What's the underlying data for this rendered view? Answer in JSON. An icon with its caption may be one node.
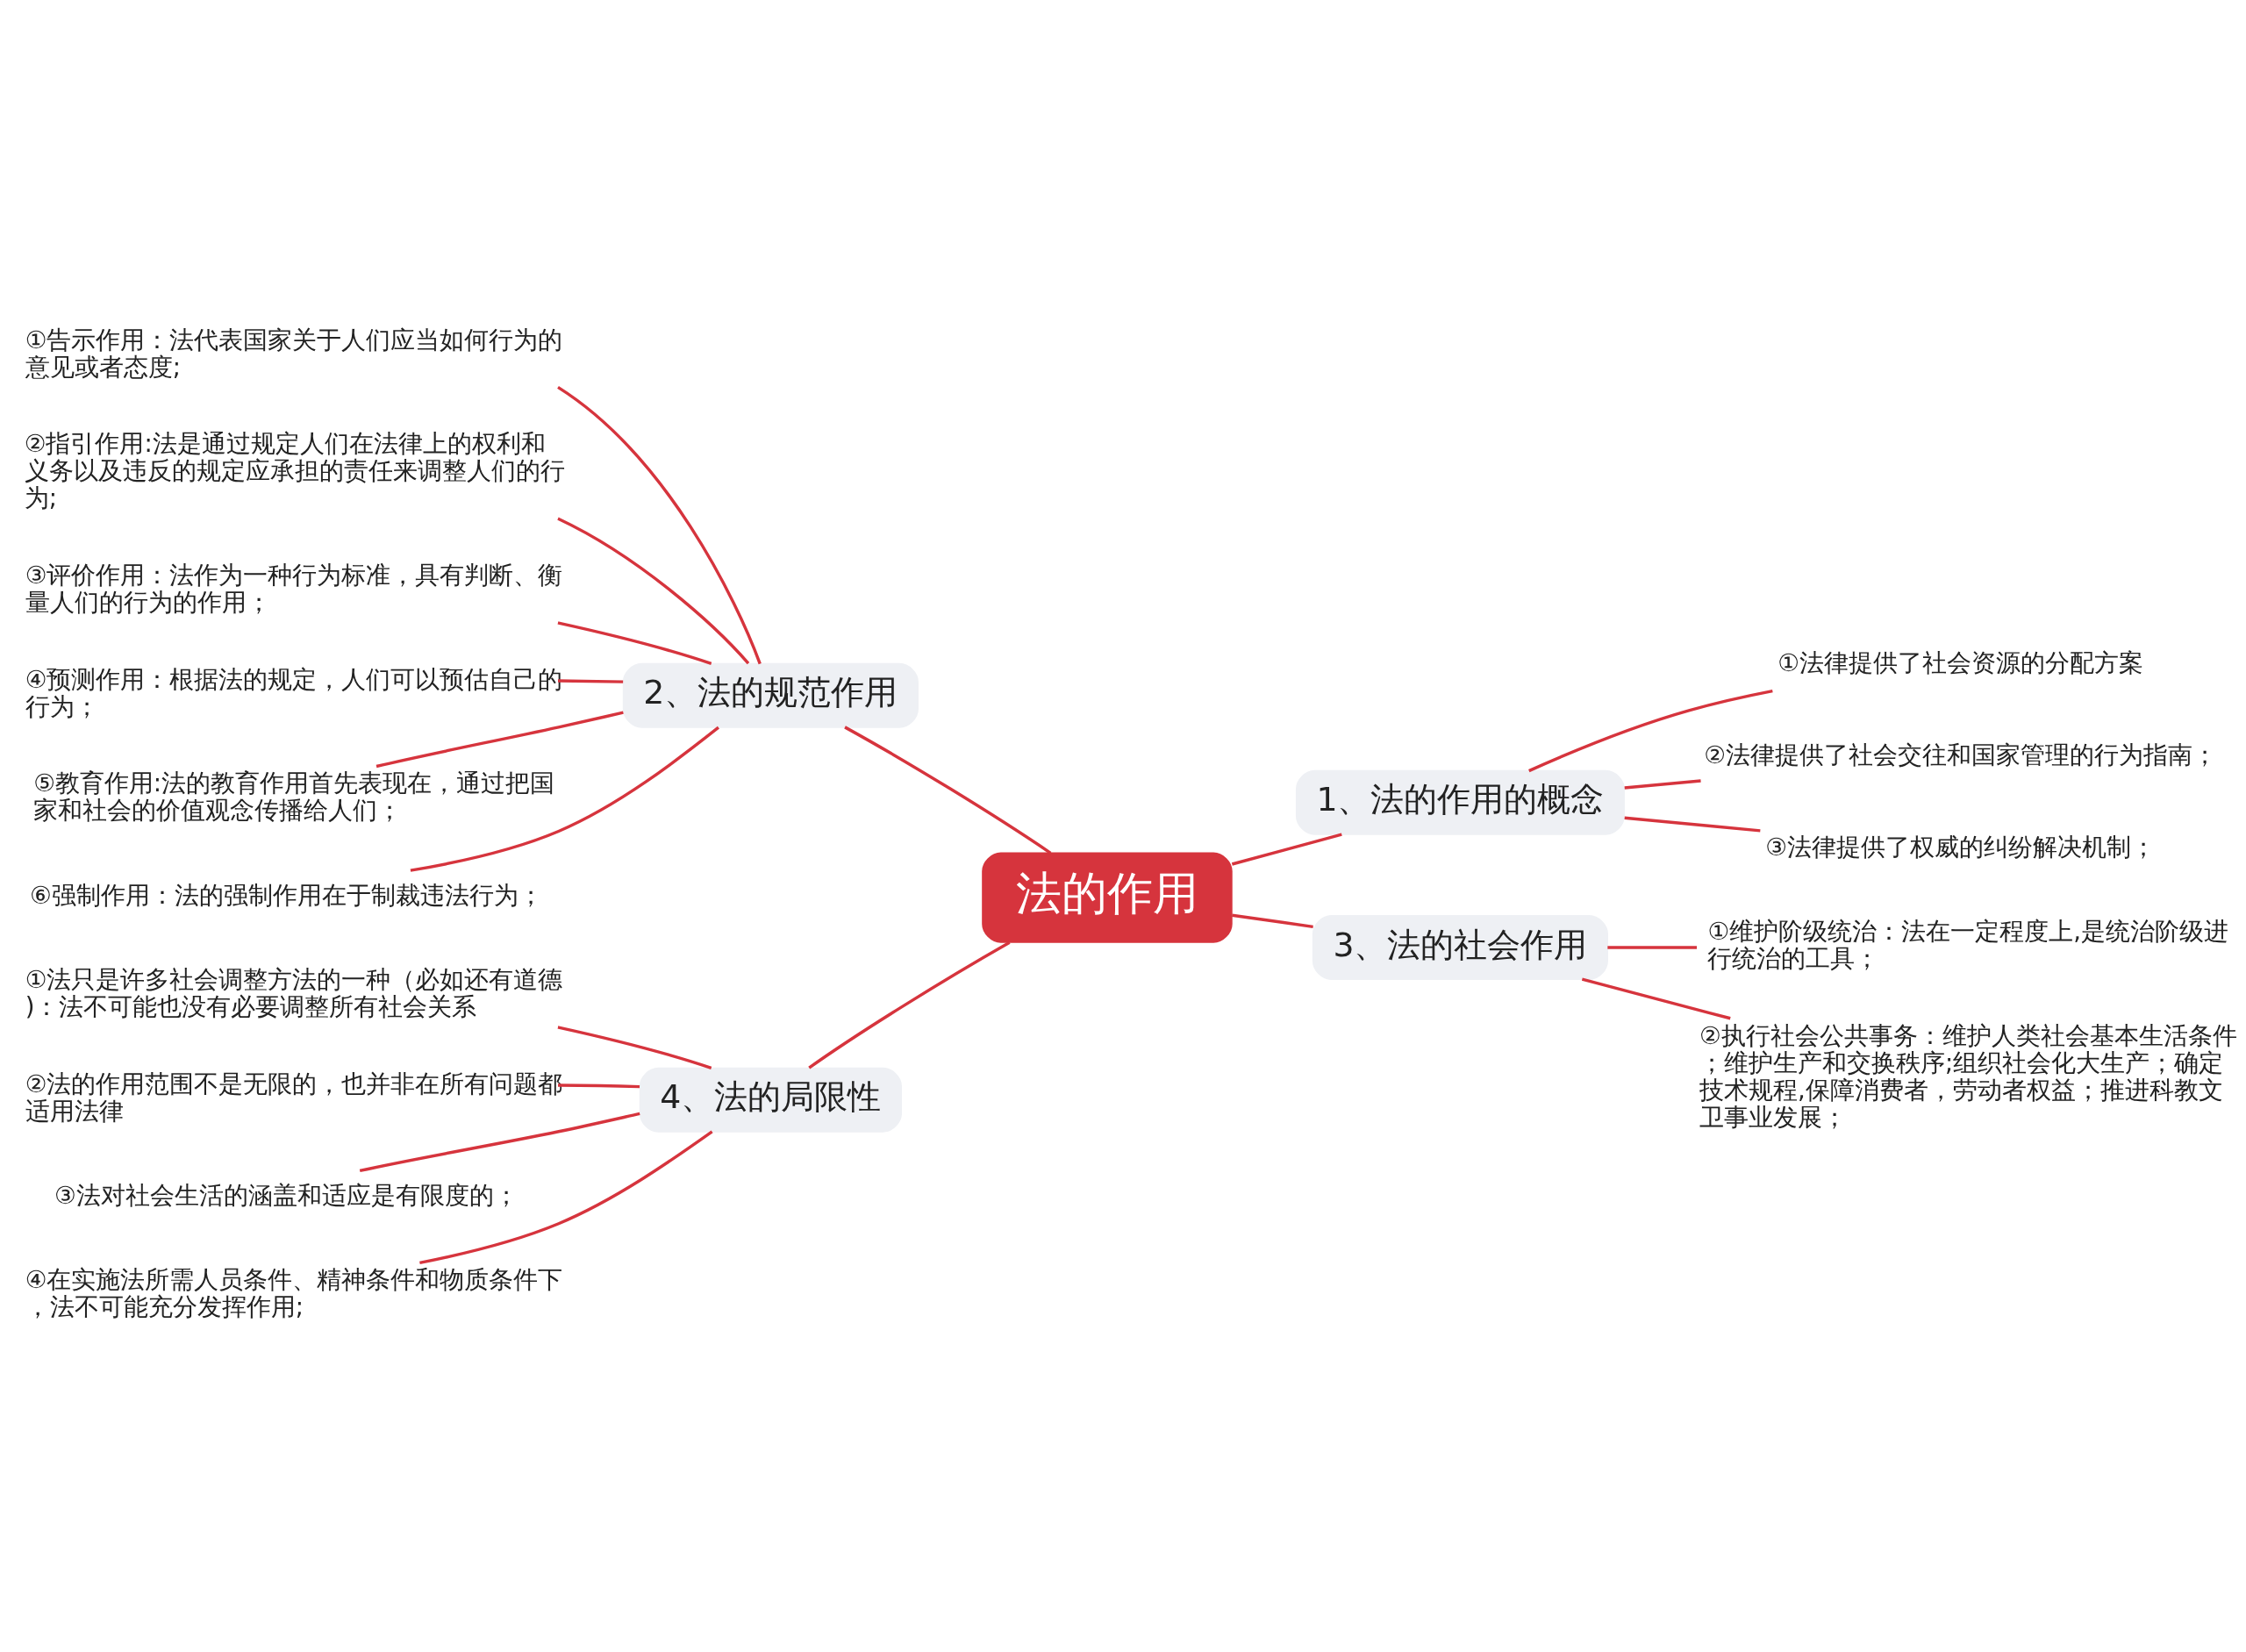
{
  "diagram": {
    "nodes": [
      {
        "text": [
          "法的作用"
        ]
      },
      {
        "text": [
          "1、法的作用的概念"
        ]
      },
      {
        "text": [
          "①法律提供了社会资源的分配方案"
        ]
      },
      {
        "text": [
          "②法律提供了社会交往和国家管理的行为指南；"
        ]
      },
      {
        "text": [
          "③法律提供了权威的纠纷解决机制；"
        ]
      },
      {
        "text": [
          "2、法的规范作用"
        ]
      },
      {
        "text": [
          "①告示作用：法代表国家关于人们应当如何行为的意见或者态度;"
        ]
      },
      {
        "text": [
          "②指引作用:法是通过规定人们在法律上的权利和义务以及违反的规定应承担的责任来调整人们的行为;"
        ]
      },
      {
        "text": [
          "③评价作用：法作为一种行为标准，具有判断、衡量人们的行为的作用；"
        ]
      },
      {
        "text": [
          "④预测作用：根据法的规定，人们可以预估自己的行为；"
        ]
      },
      {
        "text": [
          "⑤教育作用:法的教育作用首先表现在，通过把国家和社会的价值观念传播给人们；"
        ]
      },
      {
        "text": [
          "⑥强制作用：法的强制作用在于制裁违法行为；"
        ]
      },
      {
        "text": [
          "3、法的社会作用"
        ]
      },
      {
        "text": [
          "①维护阶级统治：法在一定程度上,是统治阶级进行统治的工具；"
        ]
      },
      {
        "text": [
          "②执行社会公共事务：维护人类社会基本生活条件；维护生产和交换秩序;组织社会化大生产；确定技术规程,保障消费者，劳动者权益；推进科教文卫事业发展；"
        ]
      },
      {
        "text": [
          "4、法的局限性"
        ]
      },
      {
        "text": [
          "①法只是许多社会调整方法的一种（必如还有道德)：法不可能也没有必要调整所有社会关系"
        ]
      },
      {
        "text": [
          "②法的作用范围不是无限的，也并非在所有问题都适用法律"
        ]
      },
      {
        "text": [
          "③法对社会生活的涵盖和适应是有限度的；"
        ]
      },
      {
        "text": [
          "④在实施法所需人员条件、精神条件和物质条件下，法不可能充分发挥作用;"
        ]
      }
    ],
    "edges": [
      {
        "from": 0,
        "to": 1,
        "arrow": "none"
      },
      {
        "from": 1,
        "to": 2,
        "arrow": "none"
      },
      {
        "from": 1,
        "to": 3,
        "arrow": "none"
      },
      {
        "from": 1,
        "to": 4,
        "arrow": "none"
      },
      {
        "from": 0,
        "to": 5,
        "arrow": "none"
      },
      {
        "from": 5,
        "to": 6,
        "arrow": "none"
      },
      {
        "from": 5,
        "to": 7,
        "arrow": "none"
      },
      {
        "from": 5,
        "to": 8,
        "arrow": "none"
      },
      {
        "from": 5,
        "to": 9,
        "arrow": "none"
      },
      {
        "from": 5,
        "to": 10,
        "arrow": "none"
      },
      {
        "from": 5,
        "to": 11,
        "arrow": "none"
      },
      {
        "from": 0,
        "to": 12,
        "arrow": "none"
      },
      {
        "from": 12,
        "to": 13,
        "arrow": "none"
      },
      {
        "from": 12,
        "to": 14,
        "arrow": "none"
      },
      {
        "from": 0,
        "to": 15,
        "arrow": "none"
      },
      {
        "from": 15,
        "to": 16,
        "arrow": "none"
      },
      {
        "from": 15,
        "to": 17,
        "arrow": "none"
      },
      {
        "from": 15,
        "to": 18,
        "arrow": "none"
      },
      {
        "from": 15,
        "to": 19,
        "arrow": "none"
      }
    ]
  }
}
